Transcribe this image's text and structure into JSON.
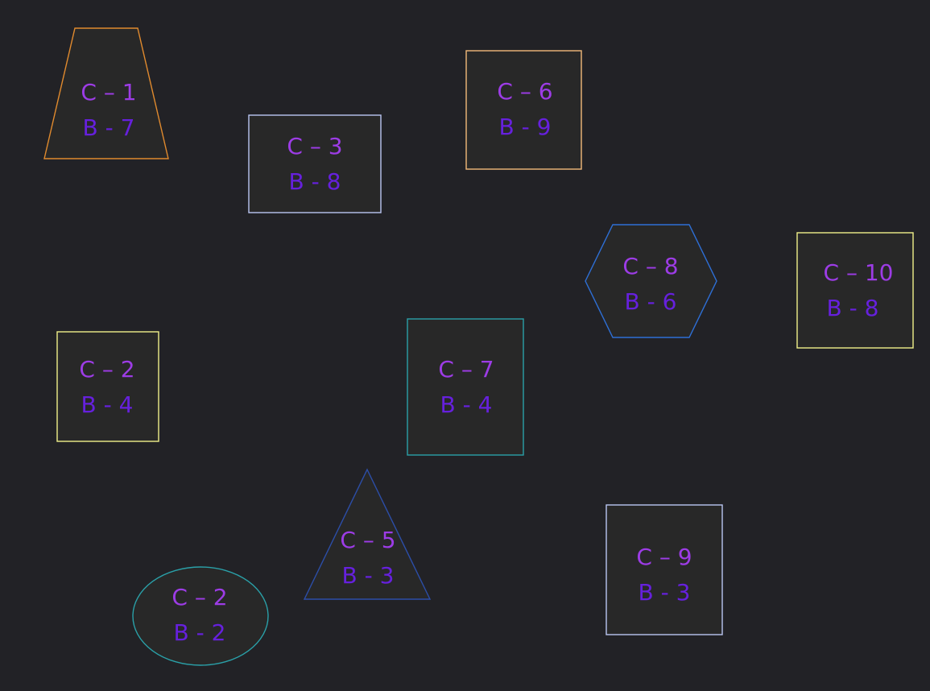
{
  "colors": {
    "background": "#222226",
    "shape_fill": "#282828",
    "label_c": "#9d3ce6",
    "label_b": "#6620dd",
    "orange": "#e08a2e",
    "peach": "#f2b97a",
    "lavender": "#b9c6f2",
    "yellow": "#f0f08a",
    "teal": "#2aa0a8",
    "blue": "#2e6fd6",
    "navy": "#2c4ea8"
  },
  "nodes": [
    {
      "id": "n1",
      "shape": "trapezoid",
      "stroke": "#e08a2e",
      "c_label": "C – 1",
      "b_label": "B - 7"
    },
    {
      "id": "n2",
      "shape": "rectangle",
      "stroke": "#b9c6f2",
      "c_label": "C – 3",
      "b_label": "B - 8"
    },
    {
      "id": "n3",
      "shape": "rectangle",
      "stroke": "#f2b97a",
      "c_label": "C – 6",
      "b_label": "B - 9"
    },
    {
      "id": "n4",
      "shape": "hexagon",
      "stroke": "#2e6fd6",
      "c_label": "C – 8",
      "b_label": "B - 6"
    },
    {
      "id": "n5",
      "shape": "rectangle",
      "stroke": "#f0f08a",
      "c_label": "C – 10",
      "b_label": "B - 8"
    },
    {
      "id": "n6",
      "shape": "rectangle",
      "stroke": "#f0f08a",
      "c_label": "C – 2",
      "b_label": "B - 4"
    },
    {
      "id": "n7",
      "shape": "rectangle",
      "stroke": "#2aa0a8",
      "c_label": "C – 7",
      "b_label": "B - 4"
    },
    {
      "id": "n8",
      "shape": "triangle",
      "stroke": "#2c4ea8",
      "c_label": "C – 5",
      "b_label": "B - 3"
    },
    {
      "id": "n9",
      "shape": "rectangle",
      "stroke": "#b9c6f2",
      "c_label": "C – 9",
      "b_label": "B - 3"
    },
    {
      "id": "n10",
      "shape": "ellipse",
      "stroke": "#2aa0a8",
      "c_label": "C – 2",
      "b_label": "B - 2"
    }
  ]
}
